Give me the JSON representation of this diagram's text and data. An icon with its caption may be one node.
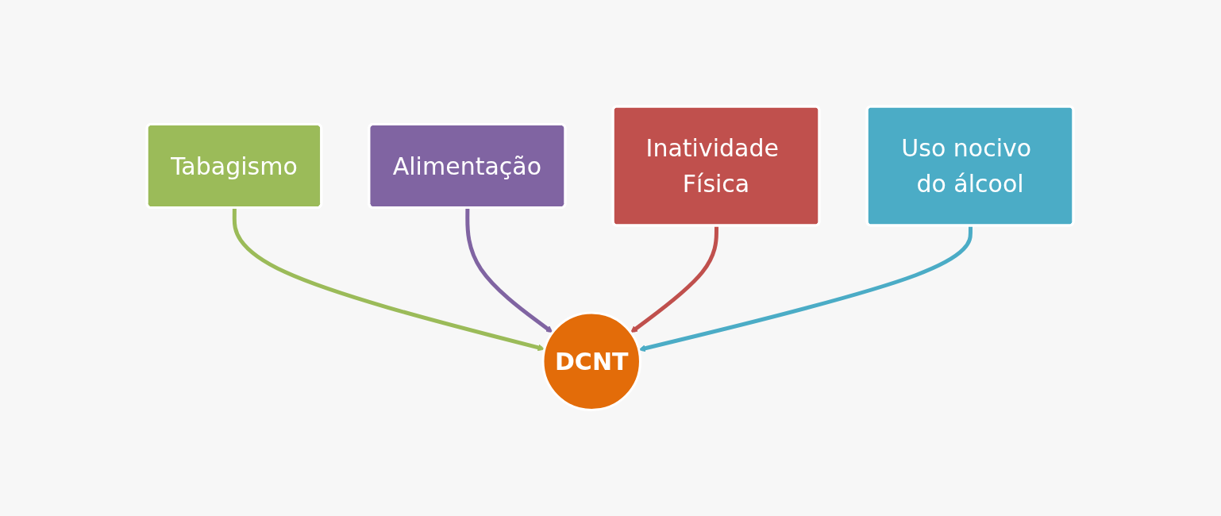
{
  "diagram": {
    "nodes": [
      {
        "text": [
          "Tabagismo"
        ]
      },
      {
        "text": [
          "Alimentação"
        ]
      },
      {
        "text": [
          "Inatividade Física"
        ]
      },
      {
        "text": [
          "DCNT"
        ]
      },
      {
        "text": [
          "Uso nocivo do álcool"
        ]
      }
    ],
    "edges": [
      {
        "from": 0,
        "to": 3,
        "arrow": "to",
        "color": "#9bbb59"
      },
      {
        "from": 1,
        "to": 3,
        "arrow": "to",
        "color": "#8064a2"
      },
      {
        "from": 2,
        "to": 3,
        "arrow": "to",
        "color": "#c0504d"
      },
      {
        "from": 4,
        "to": 3,
        "arrow": "to",
        "color": "#4bacc6"
      }
    ]
  }
}
